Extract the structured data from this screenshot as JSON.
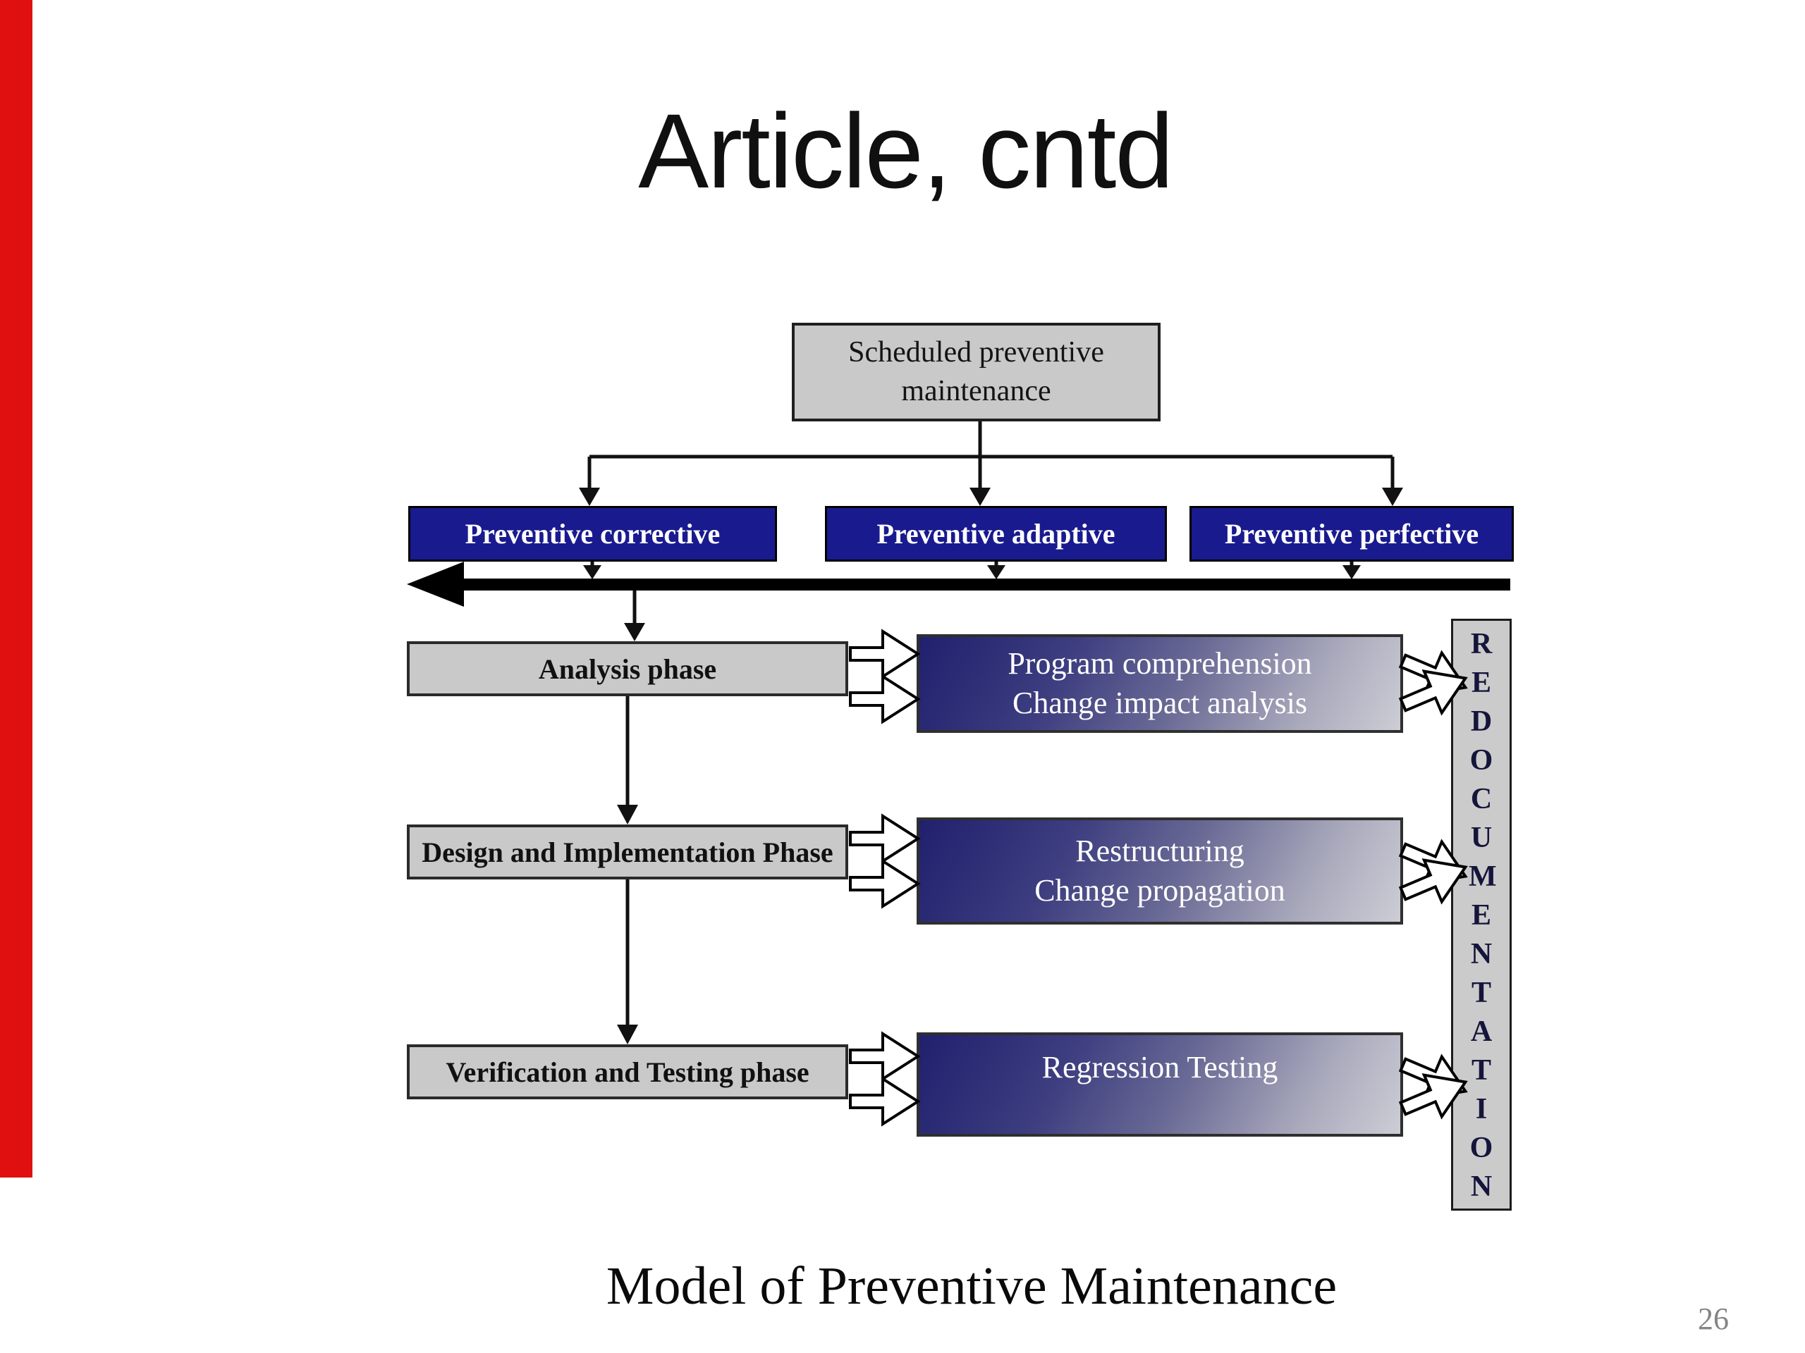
{
  "slide": {
    "title": "Article, cntd",
    "caption": "Model of Preventive Maintenance",
    "page_number": "26"
  },
  "diagram": {
    "root_box": {
      "label": "Scheduled preventive maintenance"
    },
    "categories": [
      {
        "label": "Preventive corrective"
      },
      {
        "label": "Preventive adaptive"
      },
      {
        "label": "Preventive perfective"
      }
    ],
    "phases": [
      {
        "label": "Analysis phase"
      },
      {
        "label": "Design and Implementation Phase"
      },
      {
        "label": "Verification and Testing phase"
      }
    ],
    "activities": [
      {
        "line1": "Program comprehension",
        "line2": "Change impact analysis"
      },
      {
        "line1": "Restructuring",
        "line2": "Change propagation"
      },
      {
        "line1": "Regression Testing",
        "line2": ""
      }
    ],
    "redocumentation": {
      "label": "REDOCUMENTATION"
    },
    "colors": {
      "category_fill": "#1a1a8f",
      "gray_fill": "#c9c9c9",
      "gradient_dark": "#20206e",
      "gradient_mid": "#6b6b96",
      "gradient_light": "#cdcdd6",
      "accent_red": "#e01010"
    }
  }
}
